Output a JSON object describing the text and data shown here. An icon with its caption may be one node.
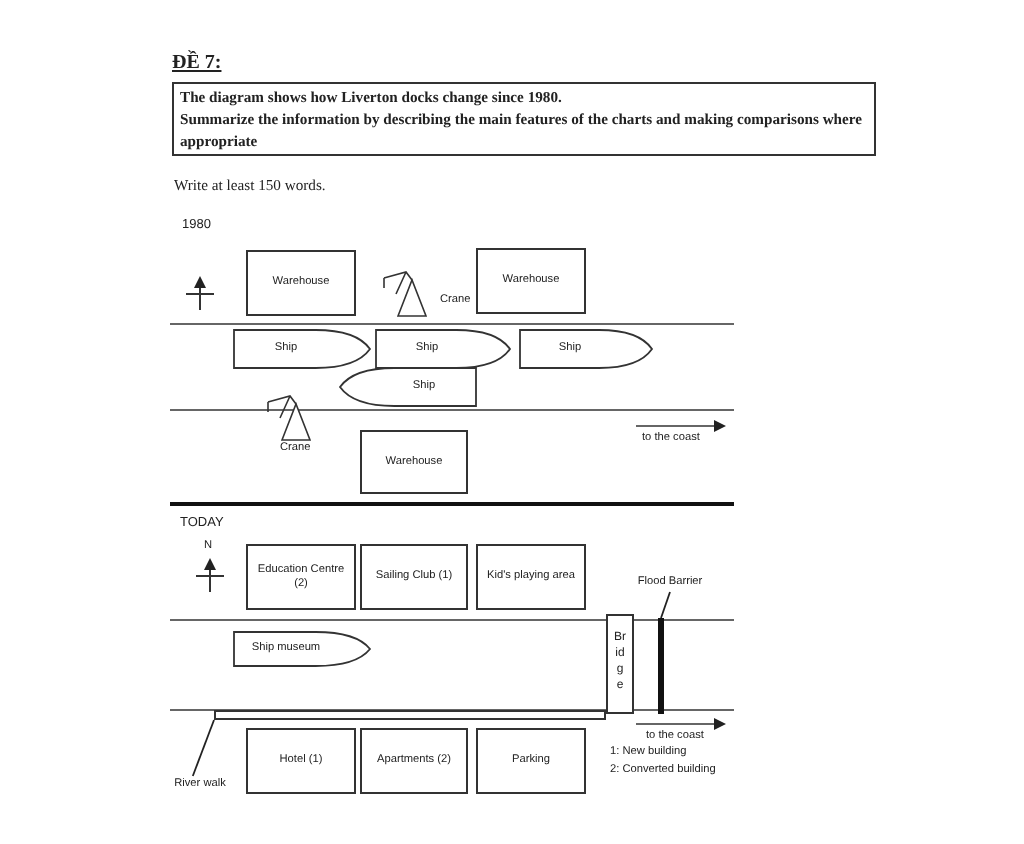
{
  "diagram": {
    "title": "ĐỀ 7:",
    "nodes": [
      {
        "text": [
          "The diagram shows how Liverton docks change since 1980.",
          "Summarize the information by describing the main features of the charts and making comparisons where appropriate"
        ]
      },
      {
        "text": [
          "Warehouse"
        ]
      },
      {
        "text": [
          "Warehouse"
        ]
      },
      {
        "text": [
          "Ship"
        ]
      },
      {
        "text": [
          "Ship"
        ]
      },
      {
        "text": [
          "Ship"
        ]
      },
      {
        "text": [
          "Ship"
        ]
      },
      {
        "text": [
          "Warehouse"
        ]
      },
      {
        "text": [
          "Education Centre (2)"
        ]
      },
      {
        "text": [
          "Sailing Club (1)"
        ]
      },
      {
        "text": [
          "Kid's playing area"
        ]
      },
      {
        "text": [
          "Flood Barrier"
        ]
      },
      {
        "text": [
          "Ship museum"
        ]
      },
      {
        "text": [
          "Bridge"
        ]
      },
      {
        "text": [],
        "shape": "bar"
      },
      {
        "text": [],
        "shape": "box"
      },
      {
        "text": [
          "Hotel (1)"
        ]
      },
      {
        "text": [
          "Apartments (2)"
        ]
      },
      {
        "text": [
          "Parking"
        ]
      },
      {
        "text": [
          "River walk"
        ]
      }
    ],
    "edges": [
      {
        "from": 11,
        "to": 14,
        "arrow": "none"
      },
      {
        "from": 19,
        "to": 15,
        "arrow": "none"
      }
    ],
    "labels": [
      "Write at least 150 words.",
      "1980",
      "Crane",
      "Crane",
      "to the coast",
      "TODAY",
      "N",
      "to the coast",
      "1: New building",
      "2: Converted building"
    ]
  }
}
